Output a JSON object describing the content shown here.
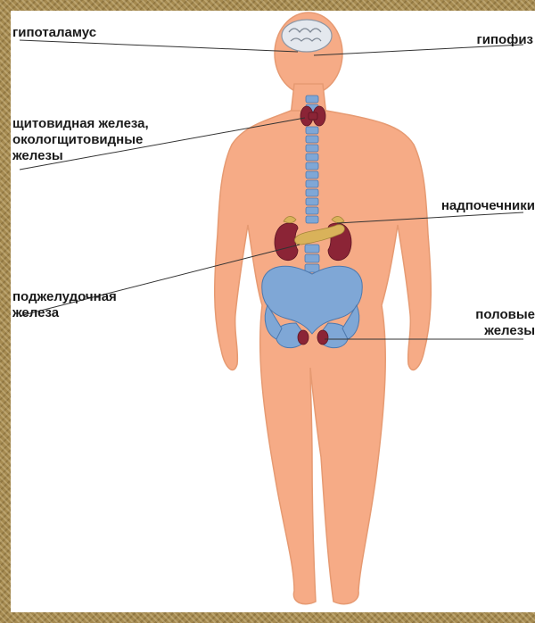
{
  "labels": {
    "hypothalamus": "гипоталамус",
    "pituitary": "гипофиз",
    "thyroid": "щитовидная железа,\nокологщитовидные\nжелезы",
    "adrenals": "надпочечники",
    "pancreas": "поджелудочная\nжелеза",
    "gonads": "половые\nжелезы"
  },
  "colors": {
    "skin": "#f6ab86",
    "skin_outline": "#e69a72",
    "skeleton": "#7fa7d6",
    "kidney": "#8b2436",
    "pancreas": "#d9b25a",
    "leader_line": "#333333",
    "frame": "#a58a50"
  }
}
